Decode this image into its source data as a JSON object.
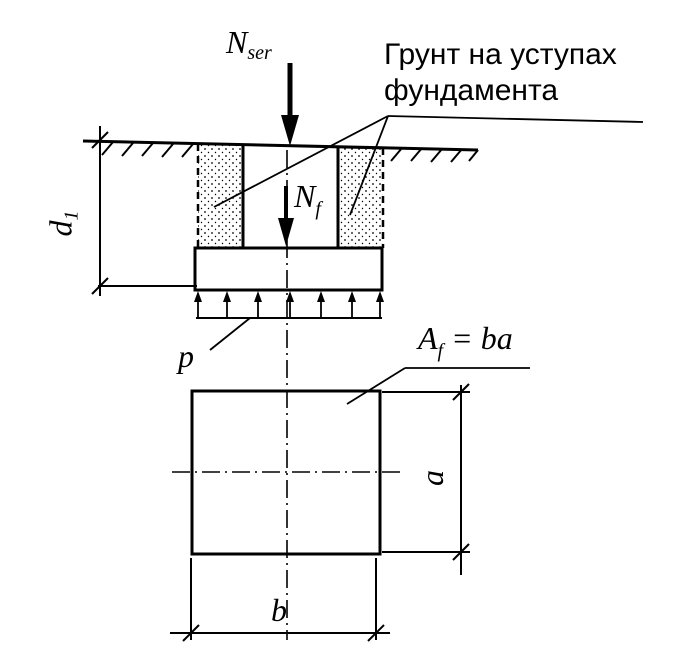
{
  "labels": {
    "nser_main": "N",
    "nser_sub": "ser",
    "soil_line1": "Грунт на уступах",
    "soil_line2": "фундамента",
    "nf_main": "N",
    "nf_sub": "f",
    "d1_main": "d",
    "d1_sub": "1",
    "p": "p",
    "area_main": "A",
    "area_sub": "f",
    "area_eq": "= ba",
    "a": "a",
    "b": "b"
  }
}
